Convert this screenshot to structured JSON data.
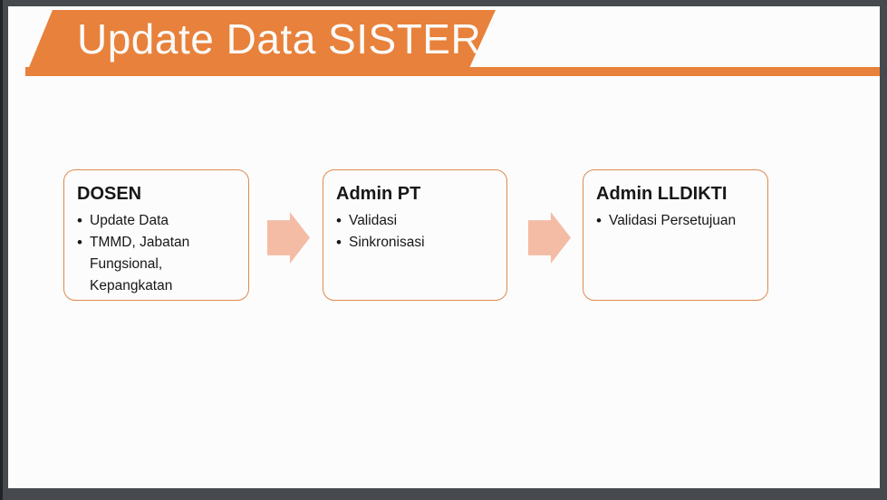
{
  "header": {
    "title": "Update Data SISTER"
  },
  "flow": {
    "boxes": [
      {
        "id": "dosen",
        "title": "DOSEN",
        "bullets": [
          "Update Data",
          "TMMD, Jabatan Fungsional, Kepangkatan"
        ]
      },
      {
        "id": "admin-pt",
        "title": "Admin PT",
        "bullets": [
          "Validasi",
          "Sinkronisasi"
        ]
      },
      {
        "id": "admin-lldikti",
        "title": "Admin LLDIKTI",
        "bullets": [
          "Validasi Persetujuan"
        ]
      }
    ],
    "arrow_icons": [
      "right-block-arrow",
      "right-block-arrow"
    ]
  },
  "colors": {
    "accent_orange": "#E8813B",
    "box_border": "#DE8A50",
    "arrow_fill": "#F4BCA4",
    "title_text": "#FAFAF8",
    "body_text": "#171717",
    "frame": "#46494D",
    "slide_bg": "#FCFCFC"
  }
}
